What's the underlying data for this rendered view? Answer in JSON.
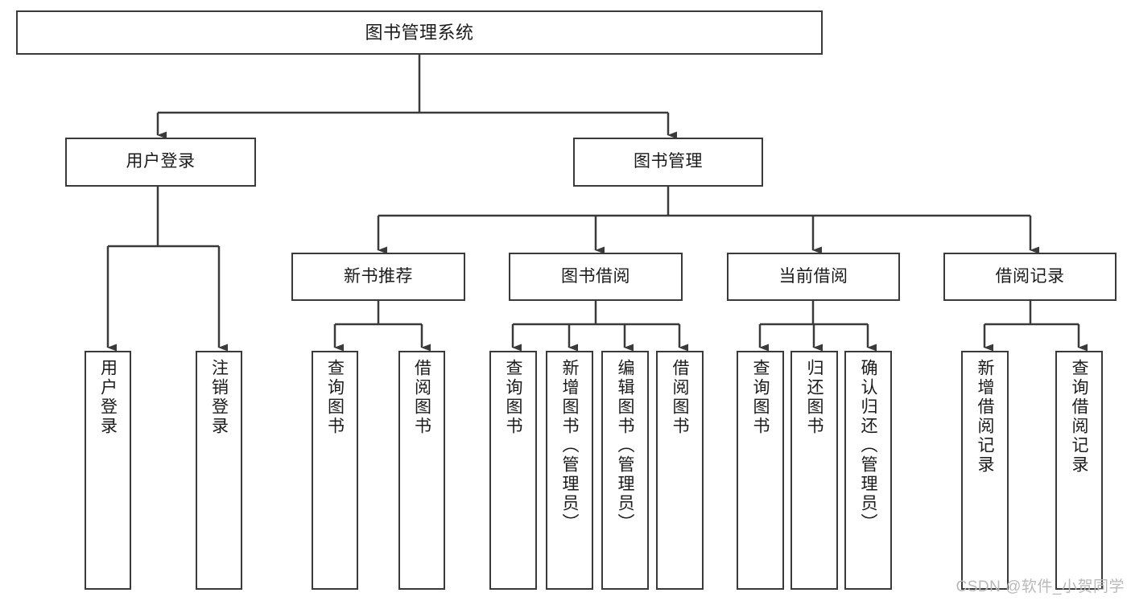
{
  "diagram": {
    "type": "tree-hierarchy-chart",
    "title": "图书管理系统",
    "watermark": "CSDN @软件_小贺同学",
    "colors": {
      "box_border": "#3a3a3a",
      "box_fill": "#ffffff",
      "edge": "#3a3a3a",
      "text": "#1b1b1b",
      "watermark": "#b9b9b9"
    },
    "nodes": {
      "root": {
        "label": "图书管理系统"
      },
      "level2": [
        {
          "id": "user-login",
          "label": "用户登录"
        },
        {
          "id": "book-manage",
          "label": "图书管理"
        }
      ],
      "level3": [
        {
          "id": "new-book-recommend",
          "label": "新书推荐"
        },
        {
          "id": "book-borrow",
          "label": "图书借阅"
        },
        {
          "id": "current-borrow",
          "label": "当前借阅"
        },
        {
          "id": "borrow-record",
          "label": "借阅记录"
        }
      ],
      "leaves": {
        "user_login": [
          {
            "id": "leaf-user-login",
            "label": "用户登录"
          },
          {
            "id": "leaf-logout-login",
            "label": "注销登录"
          }
        ],
        "new_book_recommend": [
          {
            "id": "leaf-query-book-1",
            "label": "查询图书"
          },
          {
            "id": "leaf-borrow-book-1",
            "label": "借阅图书"
          }
        ],
        "book_borrow": [
          {
            "id": "leaf-query-book-2",
            "label": "查询图书"
          },
          {
            "id": "leaf-add-book",
            "label": "新增图书（管理员）"
          },
          {
            "id": "leaf-edit-book",
            "label": "编辑图书（管理员）"
          },
          {
            "id": "leaf-borrow-book-2",
            "label": "借阅图书"
          }
        ],
        "current_borrow": [
          {
            "id": "leaf-query-book-3",
            "label": "查询图书"
          },
          {
            "id": "leaf-return-book",
            "label": "归还图书"
          },
          {
            "id": "leaf-confirm-return",
            "label": "确认归还（管理员）"
          }
        ],
        "borrow_record": [
          {
            "id": "leaf-add-record",
            "label": "新增借阅记录"
          },
          {
            "id": "leaf-query-record",
            "label": "查询借阅记录"
          }
        ]
      }
    }
  }
}
